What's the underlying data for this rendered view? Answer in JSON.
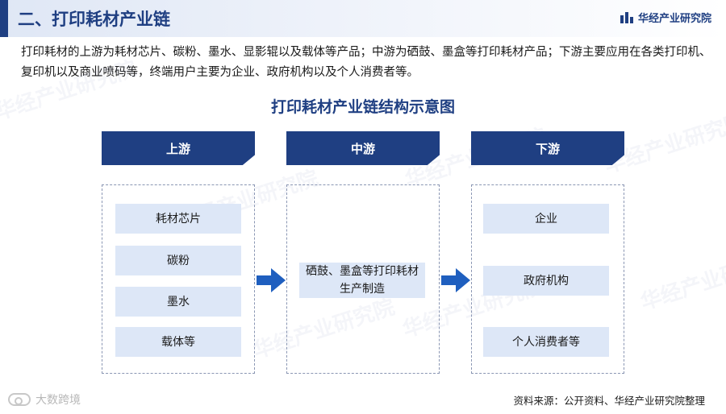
{
  "header": {
    "title": "二、打印耗材产业链",
    "brand": "华经产业研究院"
  },
  "intro": "打印耗材的上游为耗材芯片、碳粉、墨水、显影辊以及载体等产品；中游为硒鼓、墨盒等打印耗材产品；下游主要应用在各类打印机、复印机以及商业喷码等，终端用户主要为企业、政府机构以及个人消费者等。",
  "diagram": {
    "title": "打印耗材产业链结构示意图",
    "stages": {
      "upstream": {
        "label": "上游",
        "items": [
          "耗材芯片",
          "碳粉",
          "墨水",
          "载体等"
        ]
      },
      "midstream": {
        "label": "中游",
        "items": [
          "硒鼓、墨盒等打印耗材生产制造"
        ]
      },
      "downstream": {
        "label": "下游",
        "items": [
          "企业",
          "政府机构",
          "个人消费者等"
        ]
      }
    },
    "colors": {
      "primary": "#1f3f82",
      "item_fill": "#dde7f7",
      "arrow": "#1f5fbf"
    }
  },
  "watermark": "华经产业研究院",
  "footer": {
    "platform": "大数跨境",
    "source": "资料来源：公开资料、华经产业研究院整理"
  }
}
